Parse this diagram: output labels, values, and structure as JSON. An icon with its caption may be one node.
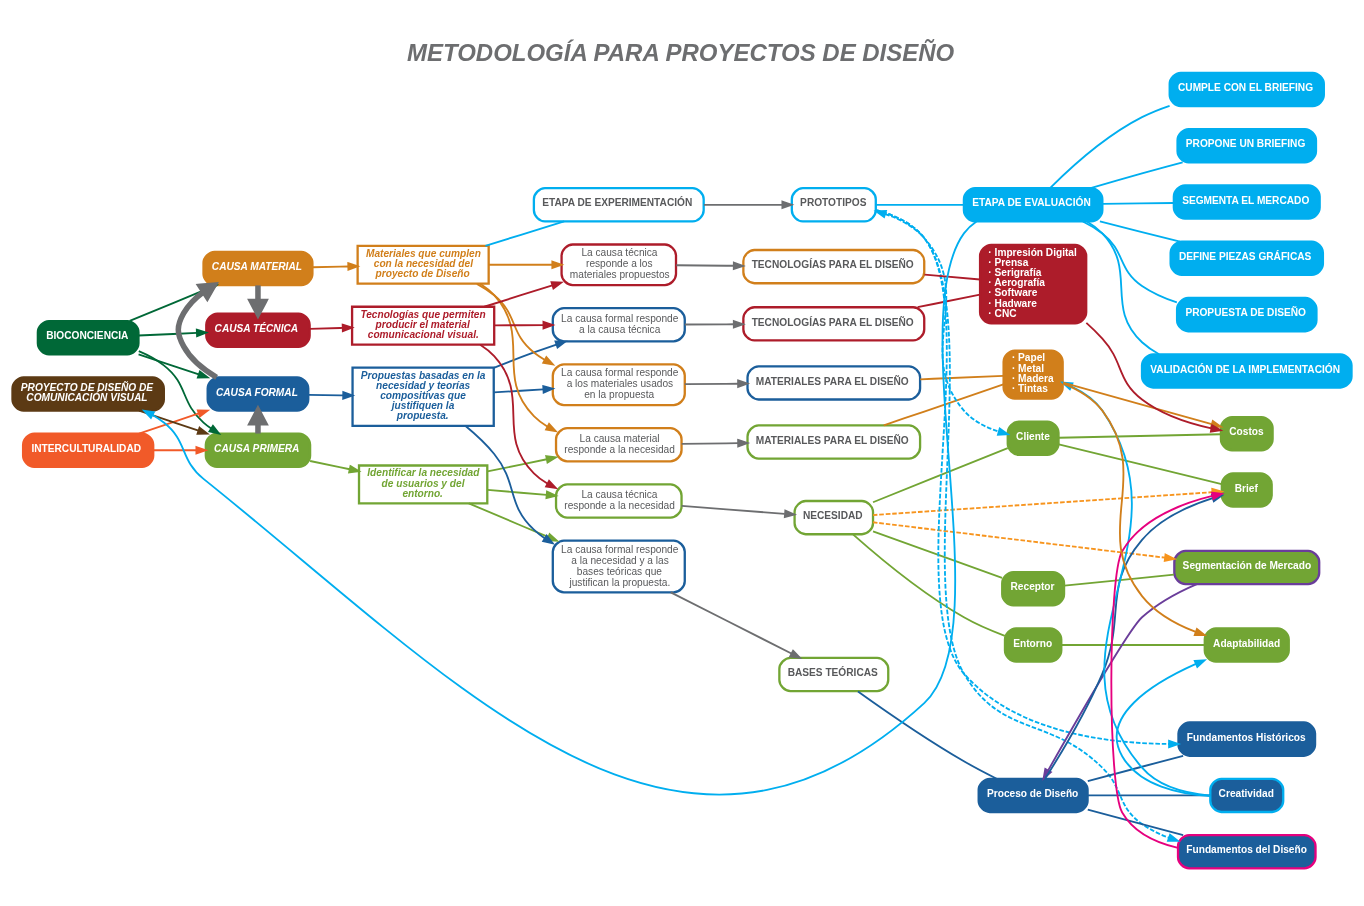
{
  "diagram": {
    "title": "METODOLOGÍA PARA PROYECTOS DE DISEÑO",
    "nodes": [
      {
        "text": [
          "BIOCONCIENCIA"
        ]
      },
      {
        "text": [
          "INTERCULTURALIDAD"
        ]
      },
      {
        "text": [
          "CAUSA PRIMERA"
        ]
      },
      {
        "text": [
          "CAUSA FORMAL"
        ]
      },
      {
        "text": [
          "CAUSA MATERIAL"
        ]
      },
      {
        "text": [
          "CAUSA TÉCNICA"
        ]
      },
      {
        "text": [
          "Identificar la necesidad de usuarios y del entorno."
        ]
      },
      {
        "text": [
          "Propuestas basadas en la necesidad y teorías compositivas que justifiquen la propuesta."
        ]
      },
      {
        "text": [
          "Materiales que cumplen con la necesidad del proyecto de Diseño"
        ]
      },
      {
        "text": [
          "Tecnologías que permiten producir el material comunicacional visual."
        ]
      },
      {
        "text": [
          "PROYECTO DE DISEÑO DE COMUNICACIÓN VISUAL"
        ]
      },
      {
        "text": [
          "La causa técnica responde a la necesidad"
        ]
      },
      {
        "text": [
          "NECESIDAD"
        ]
      },
      {
        "text": [
          "La causa formal responde a la necesidad y a las bases teóricas que justifican la propuesta."
        ]
      },
      {
        "text": [
          "BASES TEÓRICAS"
        ]
      },
      {
        "text": [
          "La causa formal responde a los materiales usados en la propuesta"
        ]
      },
      {
        "text": [
          "MATERIALES PARA EL DISEÑO"
        ]
      },
      {
        "text": [
          "La causa formal responde a la causa técnica"
        ]
      },
      {
        "text": [
          "TECNOLOGÍAS PARA EL DISEÑO"
        ]
      },
      {
        "text": [
          "La causa material responde a la necesidad"
        ]
      },
      {
        "text": [
          "MATERIALES PARA EL DISEÑO"
        ]
      },
      {
        "text": [
          "ETAPA DE EXPERIMENTACIÓN"
        ]
      },
      {
        "text": [
          "PROTOTIPOS"
        ]
      },
      {
        "text": [
          "La causa técnica responde a los materiales propuestos"
        ]
      },
      {
        "text": [
          "TECNOLOGÍAS PARA EL DISEÑO"
        ]
      },
      {
        "text": [
          "Receptor"
        ]
      },
      {
        "text": [
          "Entorno"
        ]
      },
      {
        "text": [
          "Cliente"
        ]
      },
      {
        "text": [
          "Segmentación de Mercado"
        ]
      },
      {
        "text": [
          "Adaptabilidad"
        ]
      },
      {
        "text": [
          "Costos"
        ]
      },
      {
        "text": [
          "Brief"
        ]
      },
      {
        "text": [
          "Proceso de Diseño"
        ]
      },
      {
        "text": [
          "Creatividad"
        ]
      },
      {
        "text": [
          "Fundamentos del Diseño"
        ]
      },
      {
        "text": [
          "Fundamentos Históricos"
        ]
      },
      {
        "text": [
          "· Papel",
          "· Metal",
          "· Madera",
          "· Tintas"
        ]
      },
      {
        "text": [
          "· Impresión Digital",
          "· Prensa",
          "· Serigrafía",
          "· Aerografía",
          "· Software",
          "· Hadware",
          "· CNC"
        ]
      },
      {
        "text": [
          "ETAPA DE EVALUACIÓN"
        ]
      },
      {
        "text": [
          "PROPONE UN BRIEFING"
        ]
      },
      {
        "text": [
          "SEGMENTA EL MERCADO"
        ]
      },
      {
        "text": [
          "DEFINE PIEZAS GRÁFICAS"
        ]
      },
      {
        "text": [
          "PROPUESTA DE DISEÑO"
        ]
      },
      {
        "text": [
          "VALIDACIÓN DE LA IMPLEMENTACIÓN"
        ]
      },
      {
        "text": [
          "CUMPLE CON EL BRIEFING"
        ]
      }
    ],
    "edges": [
      {
        "from": 0,
        "to": 2,
        "arrow": "to",
        "color": "#006837"
      },
      {
        "from": 0,
        "to": 3,
        "arrow": "to",
        "color": "#006837"
      },
      {
        "from": 0,
        "to": 4,
        "arrow": "to",
        "color": "#006837"
      },
      {
        "from": 0,
        "to": 5,
        "arrow": "to",
        "color": "#006837"
      },
      {
        "from": 1,
        "to": 2,
        "arrow": "to",
        "color": "#f15a29"
      },
      {
        "from": 1,
        "to": 3,
        "arrow": "to",
        "color": "#f15a29"
      },
      {
        "from": 2,
        "to": 3,
        "arrow": "to",
        "style": "thick",
        "color": "#6d6e70"
      },
      {
        "from": 3,
        "to": 4,
        "arrow": "to",
        "style": "thick",
        "color": "#6d6e70"
      },
      {
        "from": 4,
        "to": 5,
        "arrow": "to",
        "style": "thick",
        "color": "#6d6e70"
      },
      {
        "from": 2,
        "to": 6,
        "arrow": "to",
        "color": "#72a534"
      },
      {
        "from": 3,
        "to": 7,
        "arrow": "to",
        "color": "#1b5e9b"
      },
      {
        "from": 4,
        "to": 8,
        "arrow": "to",
        "color": "#d17f1b"
      },
      {
        "from": 5,
        "to": 9,
        "arrow": "to",
        "color": "#ad1c2a"
      },
      {
        "from": 6,
        "to": 11,
        "arrow": "to",
        "color": "#72a534"
      },
      {
        "from": 6,
        "to": 13,
        "arrow": "to",
        "color": "#72a534"
      },
      {
        "from": 6,
        "to": 19,
        "arrow": "to",
        "color": "#72a534"
      },
      {
        "from": 7,
        "to": 13,
        "arrow": "to",
        "color": "#1b5e9b"
      },
      {
        "from": 7,
        "to": 15,
        "arrow": "to",
        "color": "#1b5e9b"
      },
      {
        "from": 7,
        "to": 17,
        "arrow": "to",
        "color": "#1b5e9b"
      },
      {
        "from": 8,
        "to": 15,
        "arrow": "to",
        "color": "#d17f1b"
      },
      {
        "from": 8,
        "to": 19,
        "arrow": "to",
        "color": "#d17f1b"
      },
      {
        "from": 8,
        "to": 23,
        "arrow": "to",
        "color": "#d17f1b"
      },
      {
        "from": 9,
        "to": 11,
        "arrow": "to",
        "color": "#ad1c2a"
      },
      {
        "from": 9,
        "to": 17,
        "arrow": "to",
        "color": "#ad1c2a"
      },
      {
        "from": 9,
        "to": 23,
        "arrow": "to",
        "color": "#ad1c2a"
      },
      {
        "from": 8,
        "to": 21,
        "arrow": "none",
        "color": "#00aeef"
      },
      {
        "from": 11,
        "to": 12,
        "arrow": "to",
        "color": "#6d6e70"
      },
      {
        "from": 13,
        "to": 14,
        "arrow": "to",
        "color": "#6d6e70"
      },
      {
        "from": 15,
        "to": 16,
        "arrow": "to",
        "color": "#6d6e70"
      },
      {
        "from": 17,
        "to": 18,
        "arrow": "to",
        "color": "#6d6e70"
      },
      {
        "from": 19,
        "to": 20,
        "arrow": "to",
        "color": "#6d6e70"
      },
      {
        "from": 21,
        "to": 22,
        "arrow": "to",
        "color": "#6d6e70"
      },
      {
        "from": 23,
        "to": 24,
        "arrow": "to",
        "color": "#6d6e70"
      },
      {
        "from": 12,
        "to": 25,
        "arrow": "none",
        "color": "#72a534"
      },
      {
        "from": 12,
        "to": 26,
        "arrow": "none",
        "color": "#72a534"
      },
      {
        "from": 12,
        "to": 27,
        "arrow": "none",
        "color": "#72a534"
      },
      {
        "from": 25,
        "to": 28,
        "arrow": "none",
        "color": "#72a534"
      },
      {
        "from": 26,
        "to": 29,
        "arrow": "none",
        "color": "#72a534"
      },
      {
        "from": 27,
        "to": 30,
        "arrow": "none",
        "color": "#72a534"
      },
      {
        "from": 27,
        "to": 31,
        "arrow": "none",
        "color": "#72a534"
      },
      {
        "from": 14,
        "to": 32,
        "arrow": "none",
        "color": "#1b5e9b"
      },
      {
        "from": 28,
        "to": 32,
        "arrow": "to",
        "color": "#6a3d9a"
      },
      {
        "from": 32,
        "to": 31,
        "arrow": "to",
        "color": "#1b5e9b"
      },
      {
        "from": 32,
        "to": 33,
        "arrow": "none",
        "color": "#1b5e9b"
      },
      {
        "from": 32,
        "to": 34,
        "arrow": "none",
        "color": "#1b5e9b"
      },
      {
        "from": 32,
        "to": 35,
        "arrow": "none",
        "color": "#1b5e9b"
      },
      {
        "from": 34,
        "to": 31,
        "arrow": "to",
        "color": "#e6007e"
      },
      {
        "from": 33,
        "to": 29,
        "arrow": "to",
        "color": "#00aeef"
      },
      {
        "from": 36,
        "to": 29,
        "arrow": "to",
        "color": "#d17f1b"
      },
      {
        "from": 36,
        "to": 30,
        "arrow": "to",
        "color": "#d17f1b"
      },
      {
        "from": 37,
        "to": 30,
        "arrow": "to",
        "color": "#ad1c2a"
      },
      {
        "from": 33,
        "to": 36,
        "arrow": "to",
        "color": "#00aeef"
      },
      {
        "from": 12,
        "to": 28,
        "arrow": "to",
        "style": "dashed",
        "color": "#f7941d"
      },
      {
        "from": 12,
        "to": 31,
        "arrow": "to",
        "style": "dashed",
        "color": "#f7941d"
      },
      {
        "from": 22,
        "to": 27,
        "arrow": "both",
        "style": "dashed",
        "color": "#00aeef"
      },
      {
        "from": 22,
        "to": 34,
        "arrow": "to",
        "style": "dashed",
        "color": "#00aeef"
      },
      {
        "from": 22,
        "to": 35,
        "arrow": "to",
        "style": "dashed",
        "color": "#00aeef"
      },
      {
        "from": 16,
        "to": 36,
        "arrow": "none",
        "color": "#d17f1b"
      },
      {
        "from": 20,
        "to": 36,
        "arrow": "none",
        "color": "#d17f1b"
      },
      {
        "from": 18,
        "to": 37,
        "arrow": "none",
        "color": "#ad1c2a"
      },
      {
        "from": 24,
        "to": 37,
        "arrow": "none",
        "color": "#ad1c2a"
      },
      {
        "from": 22,
        "to": 38,
        "arrow": "none",
        "color": "#00aeef"
      },
      {
        "from": 38,
        "to": 39,
        "arrow": "none",
        "color": "#00aeef"
      },
      {
        "from": 38,
        "to": 40,
        "arrow": "none",
        "color": "#00aeef"
      },
      {
        "from": 38,
        "to": 41,
        "arrow": "none",
        "color": "#00aeef"
      },
      {
        "from": 38,
        "to": 42,
        "arrow": "none",
        "color": "#00aeef"
      },
      {
        "from": 38,
        "to": 43,
        "arrow": "none",
        "color": "#00aeef"
      },
      {
        "from": 38,
        "to": 44,
        "arrow": "none",
        "color": "#00aeef"
      },
      {
        "from": 38,
        "to": 10,
        "arrow": "to",
        "color": "#00aeef"
      },
      {
        "from": 10,
        "to": 2,
        "arrow": "to",
        "color": "#5c3a14"
      }
    ]
  }
}
